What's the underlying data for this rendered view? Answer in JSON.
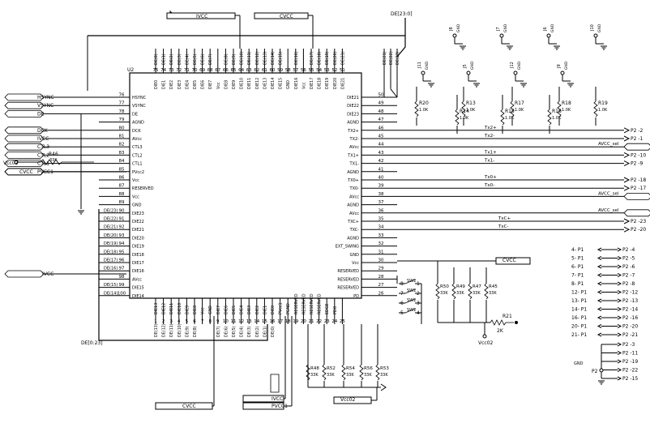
{
  "chip": {
    "ref": "U2",
    "left_pins": [
      {
        "num": "76",
        "name": "HSYNC"
      },
      {
        "num": "77",
        "name": "VSYNC"
      },
      {
        "num": "78",
        "name": "DE"
      },
      {
        "num": "79",
        "name": "AGND"
      },
      {
        "num": "80",
        "name": "DCK"
      },
      {
        "num": "81",
        "name": "AVcc"
      },
      {
        "num": "82",
        "name": "CTL3"
      },
      {
        "num": "83",
        "name": "CTL2"
      },
      {
        "num": "84",
        "name": "CTL1"
      },
      {
        "num": "85",
        "name": "PVcc2"
      },
      {
        "num": "86",
        "name": "Vcc"
      },
      {
        "num": "87",
        "name": "RESERVED"
      },
      {
        "num": "88",
        "name": "Vcc"
      },
      {
        "num": "89",
        "name": "GND"
      },
      {
        "num": "90",
        "name": "DIE23"
      },
      {
        "num": "91",
        "name": "DIE22"
      },
      {
        "num": "92",
        "name": "DIE21"
      },
      {
        "num": "93",
        "name": "DIE20"
      },
      {
        "num": "94",
        "name": "DIE19"
      },
      {
        "num": "95",
        "name": "DIE18"
      },
      {
        "num": "96",
        "name": "DIE17"
      },
      {
        "num": "97",
        "name": "DIE16"
      },
      {
        "num": "98",
        "name": "AVcc"
      },
      {
        "num": "99",
        "name": "DIE15"
      },
      {
        "num": "100",
        "name": "DIE14"
      }
    ],
    "right_pins": [
      {
        "num": "50",
        "name": "DIE21"
      },
      {
        "num": "49",
        "name": "DIE22"
      },
      {
        "num": "48",
        "name": "DIE23"
      },
      {
        "num": "47",
        "name": "AGND"
      },
      {
        "num": "46",
        "name": "TX2+"
      },
      {
        "num": "45",
        "name": "TX2-"
      },
      {
        "num": "44",
        "name": "AVcc"
      },
      {
        "num": "43",
        "name": "TX1+"
      },
      {
        "num": "42",
        "name": "TX1-"
      },
      {
        "num": "41",
        "name": "AGND"
      },
      {
        "num": "40",
        "name": "TX0+"
      },
      {
        "num": "39",
        "name": "TX0-"
      },
      {
        "num": "38",
        "name": "AVcc"
      },
      {
        "num": "37",
        "name": "AGND"
      },
      {
        "num": "36",
        "name": "AVcc"
      },
      {
        "num": "35",
        "name": "TXC+"
      },
      {
        "num": "34",
        "name": "TXC-"
      },
      {
        "num": "33",
        "name": "AGND"
      },
      {
        "num": "32",
        "name": "EXT_SWING"
      },
      {
        "num": "31",
        "name": "GND"
      },
      {
        "num": "30",
        "name": "Vcc"
      },
      {
        "num": "29",
        "name": "RESERVED"
      },
      {
        "num": "28",
        "name": "RESERVED"
      },
      {
        "num": "27",
        "name": "RESERVED"
      },
      {
        "num": "26",
        "name": "PD"
      }
    ],
    "top_pins": [
      {
        "num": "75",
        "name": "DIE0"
      },
      {
        "num": "74",
        "name": "DIE1"
      },
      {
        "num": "73",
        "name": "DIE2"
      },
      {
        "num": "72",
        "name": "DIE3"
      },
      {
        "num": "71",
        "name": "DIE4"
      },
      {
        "num": "70",
        "name": "DIE5"
      },
      {
        "num": "69",
        "name": "DIE6"
      },
      {
        "num": "68",
        "name": "DIE7"
      },
      {
        "num": "67",
        "name": "Vcc"
      },
      {
        "num": "66",
        "name": "DIE8"
      },
      {
        "num": "65",
        "name": "DIE9"
      },
      {
        "num": "64",
        "name": "DIE10"
      },
      {
        "num": "63",
        "name": "DIE11"
      },
      {
        "num": "62",
        "name": "DIE12"
      },
      {
        "num": "61",
        "name": "DIE13"
      },
      {
        "num": "60",
        "name": "DIE14"
      },
      {
        "num": "59",
        "name": "DIE15"
      },
      {
        "num": "58",
        "name": "GND"
      },
      {
        "num": "57",
        "name": "DIE16"
      },
      {
        "num": "56",
        "name": "Vcc"
      },
      {
        "num": "55",
        "name": "DIE17"
      },
      {
        "num": "54",
        "name": "DIE18"
      },
      {
        "num": "53",
        "name": "DIE19"
      },
      {
        "num": "52",
        "name": "DIE20"
      },
      {
        "num": "51",
        "name": "DIE21"
      }
    ],
    "bottom_pins": [
      {
        "num": "1",
        "name": "DIE13"
      },
      {
        "num": "2",
        "name": "DIE12"
      },
      {
        "num": "3",
        "name": "DIE11"
      },
      {
        "num": "4",
        "name": "DIE10"
      },
      {
        "num": "5",
        "name": "DIE9"
      },
      {
        "num": "6",
        "name": "DIE8"
      },
      {
        "num": "7",
        "name": "Vcc"
      },
      {
        "num": "8",
        "name": "GND"
      },
      {
        "num": "9",
        "name": "DIE7"
      },
      {
        "num": "10",
        "name": "DIE6"
      },
      {
        "num": "11",
        "name": "DIE5"
      },
      {
        "num": "12",
        "name": "DIE4"
      },
      {
        "num": "13",
        "name": "DIE3"
      },
      {
        "num": "14",
        "name": "DIE2"
      },
      {
        "num": "15",
        "name": "DIE1"
      },
      {
        "num": "16",
        "name": "DIE0"
      },
      {
        "num": "17",
        "name": "PVcc1"
      },
      {
        "num": "18",
        "name": "PGND"
      },
      {
        "num": "19",
        "name": "RESERVED"
      },
      {
        "num": "20",
        "name": "RESERVED"
      },
      {
        "num": "21",
        "name": "RESERVED"
      },
      {
        "num": "22",
        "name": "RESERVED"
      },
      {
        "num": "23",
        "name": "EDGE"
      },
      {
        "num": "24",
        "name": "PDO"
      },
      {
        "num": "25",
        "name": ""
      }
    ]
  },
  "left_ports": [
    "HSYNC",
    "VSYNC",
    "DE",
    "DCK",
    "IVCC",
    "CTL3",
    "CTL2",
    "CTL1",
    "PVCC1"
  ],
  "left_bus": [
    "DE(23)",
    "DE(22)",
    "DE(21)",
    "DE(20)",
    "DE(19)",
    "DE(18)",
    "DE(17)",
    "DE(16)",
    "",
    "DE(15)",
    "DE(14)"
  ],
  "bottom_bus": [
    "DE(13)",
    "DE(12)",
    "DE(11)",
    "DE(10)",
    "DE(9)",
    "DE(8)",
    "",
    "",
    "DE(7)",
    "DE(6)",
    "DE(5)",
    "DE(4)",
    "DE(3)",
    "DE(2)",
    "DE(1)",
    "DE(0)"
  ],
  "top_bus": [
    "DE(0)",
    "DE(1)",
    "DE(2)",
    "DE(3)",
    "DE(4)",
    "DE(5)",
    "DE(6)",
    "DE(7)",
    "",
    "DE(8)",
    "DE(9)",
    "DE(10)",
    "DE(11)",
    "DE(12)",
    "DE(13)",
    "DE(14)",
    "DE(15)",
    "",
    "DE(16)",
    "",
    "DE(17)",
    "DE(18)",
    "DE(19)",
    "DE(20)",
    "DE(21)"
  ],
  "top_bus_right": [
    "DE(21)",
    "DE(22)",
    "DE(23)"
  ],
  "bus_labels": {
    "top": "DE[23:0]",
    "bottom": "DE[0:23]"
  },
  "nets": {
    "ivcc_top": "IVCC",
    "cvcc_top": "CVCC",
    "ivcc_left": "IVCC",
    "cvcc_left": "CVCC",
    "cvcc_right": "CVCC",
    "cvcc_bottom": "CVCC",
    "vcc02_left": "Vcc02",
    "ivcc_bottom": "IVCC",
    "pvcc1_bottom": "PVCC1",
    "vcc02_bottom": "Vcc02",
    "vcc02_r21": "Vcc02",
    "gnd": "GND",
    "p2": "P2"
  },
  "r46": {
    "ref": "R46",
    "value": "33K"
  },
  "pullups": [
    {
      "ref": "R20",
      "value": "1.0K"
    },
    {
      "ref": "R14",
      "value": "1.0K"
    },
    {
      "ref": "R13",
      "value": "1.0K"
    },
    {
      "ref": "R15",
      "value": "1.0K"
    },
    {
      "ref": "R17",
      "value": "1.0K"
    },
    {
      "ref": "R16",
      "value": "1.0K"
    },
    {
      "ref": "R18",
      "value": "1.0K"
    },
    {
      "ref": "R19",
      "value": "1.0K"
    }
  ],
  "jacks_top": [
    "J8",
    "J7",
    "J6",
    "J10"
  ],
  "jacks_low": [
    "J11",
    "J5",
    "J12",
    "J9"
  ],
  "tx_labels": [
    "Tx2+",
    "Tx2-",
    "Tx1+",
    "Tx1-",
    "Tx0+",
    "Tx0-",
    "TxC+",
    "TxC-"
  ],
  "avcc_labels": [
    "AVCC_sel",
    "AVCC_sel",
    "AVCC_sel"
  ],
  "p2_out": [
    "P2 -2",
    "P2 -1",
    "P2 -10",
    "P2 -9",
    "P2 -18",
    "P2 -17",
    "P2 -23",
    "P2 -20"
  ],
  "sw_rows": [
    {
      "l": "8",
      "r": "1",
      "label": "SW2"
    },
    {
      "l": "7",
      "r": "2",
      "label": "SW2"
    },
    {
      "l": "6",
      "r": "3",
      "label": "SW2"
    },
    {
      "l": "5",
      "r": "4",
      "label": "SW2"
    }
  ],
  "rb_right": [
    {
      "ref": "R50",
      "value": "33K"
    },
    {
      "ref": "R49",
      "value": "33K"
    },
    {
      "ref": "R47",
      "value": "33K"
    },
    {
      "ref": "R45",
      "value": "33K"
    }
  ],
  "r21": {
    "ref": "R21",
    "value": "2K"
  },
  "rb_bottom": [
    {
      "ref": "R48",
      "value": "33K"
    },
    {
      "ref": "R52",
      "value": "33K"
    },
    {
      "ref": "R54",
      "value": "33K"
    },
    {
      "ref": "R56",
      "value": "33K"
    },
    {
      "ref": "R53",
      "value": "33K"
    }
  ],
  "p1_map": [
    {
      "l": "4- P1",
      "r": "P2 -4"
    },
    {
      "l": "5- P1",
      "r": "P2 -5"
    },
    {
      "l": "6- P1",
      "r": "P2 -6"
    },
    {
      "l": "7- P1",
      "r": "P2 -7"
    },
    {
      "l": "8- P1",
      "r": "P2 -8"
    },
    {
      "l": "12- P1",
      "r": "P2 -12"
    },
    {
      "l": "13- P1",
      "r": "P2 -13"
    },
    {
      "l": "14- P1",
      "r": "P2 -14"
    },
    {
      "l": "16- P1",
      "r": "P2 -16"
    },
    {
      "l": "20- P1",
      "r": "P2 -20"
    },
    {
      "l": "21- P1",
      "r": "P2 -21"
    }
  ],
  "gnd_list": [
    "P2 -3",
    "P2 -11",
    "P2 -19",
    "P2 -22",
    "P2 -15"
  ]
}
